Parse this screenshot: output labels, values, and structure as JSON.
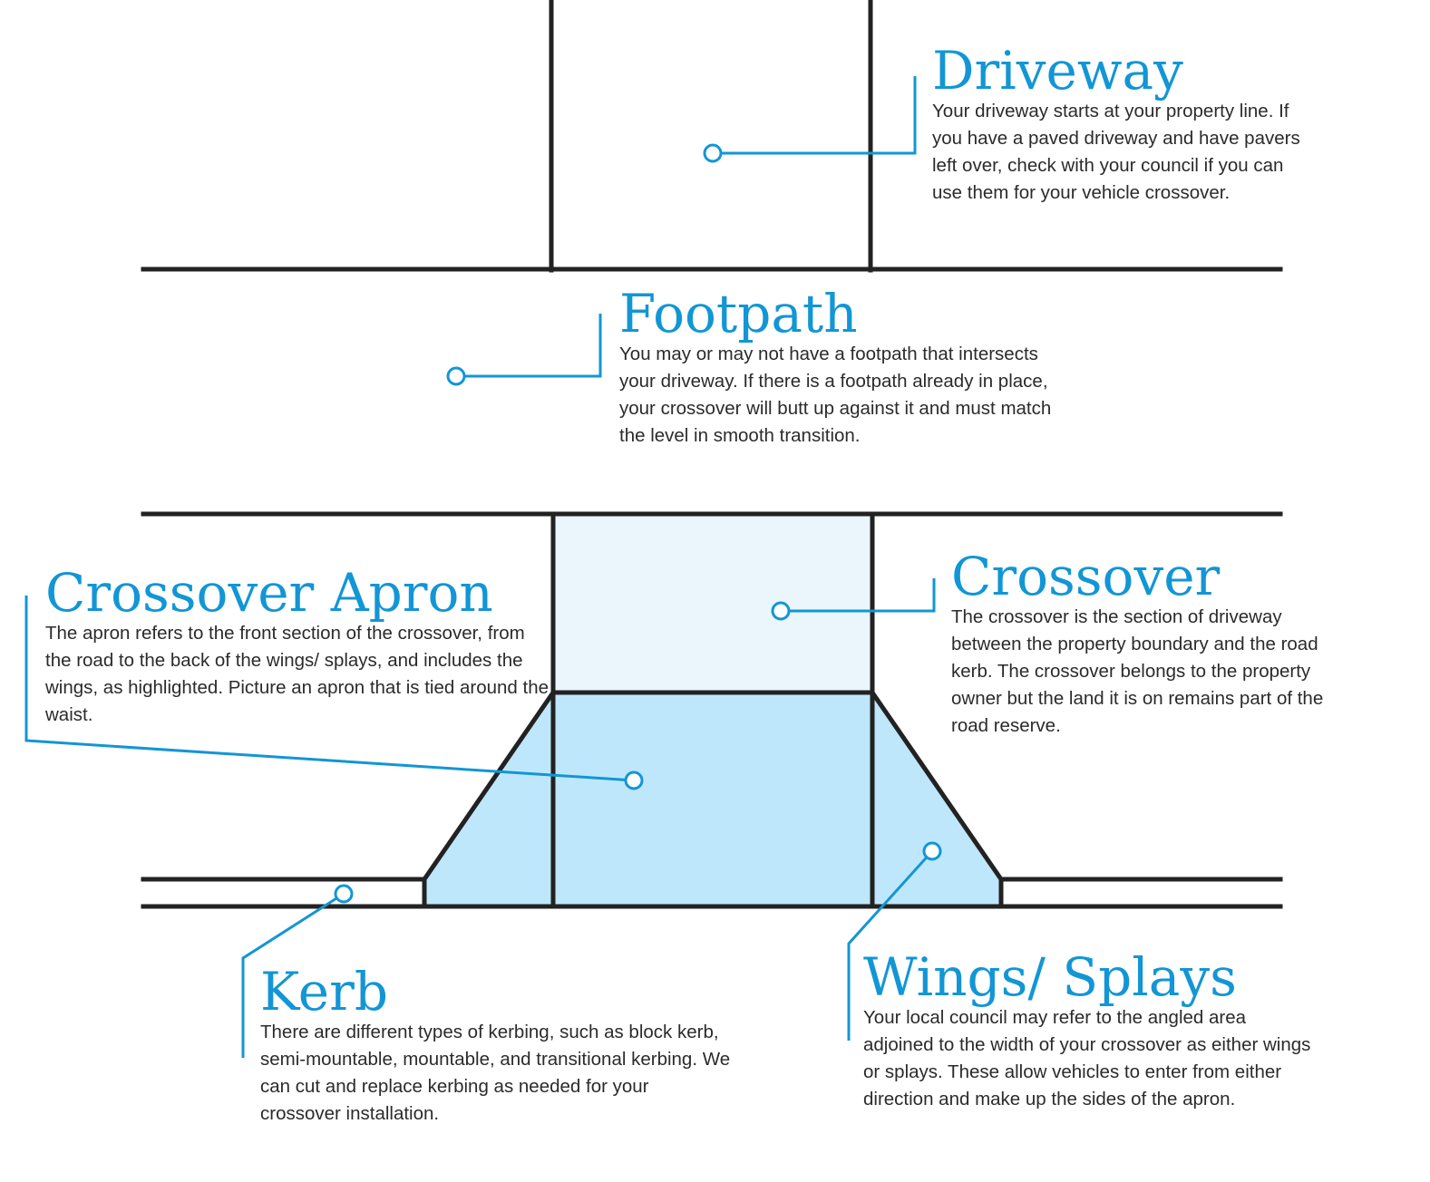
{
  "colors": {
    "accent": "#1296d5",
    "line": "#222222",
    "crossover_fill": "#eaf6fc",
    "apron_fill": "#bfe7fb",
    "body_text": "#2b2b2b"
  },
  "labels": {
    "driveway": {
      "title": "Driveway",
      "body": "Your driveway starts at your property line. If you have a paved driveway and have pavers left over, check with your council if you can use them for your vehicle crossover."
    },
    "footpath": {
      "title": "Footpath",
      "body": "You may or may not have a footpath that intersects your driveway. If there is a footpath already in place, your crossover will butt up against it and must match the level in smooth transition."
    },
    "crossover_apron": {
      "title": "Crossover Apron",
      "body": "The apron refers to the front section of the crossover, from the road to the back of the wings/ splays, and includes the wings, as highlighted. Picture an apron that is tied around the waist."
    },
    "crossover": {
      "title": "Crossover",
      "body": "The crossover is the section of driveway between the property boundary and the road kerb. The crossover belongs to the property owner but the land it is on remains part of the road reserve."
    },
    "kerb": {
      "title": "Kerb",
      "body": "There are different types of kerbing, such as block kerb, semi-mountable, mountable, and transitional kerbing. We can cut and replace kerbing as needed for your crossover installation."
    },
    "wings_splays": {
      "title": "Wings/ Splays",
      "body": "Your local council may refer to the angled area adjoined to the width of your crossover as either wings or splays. These allow vehicles to enter from either direction and make up the sides of the apron."
    }
  }
}
